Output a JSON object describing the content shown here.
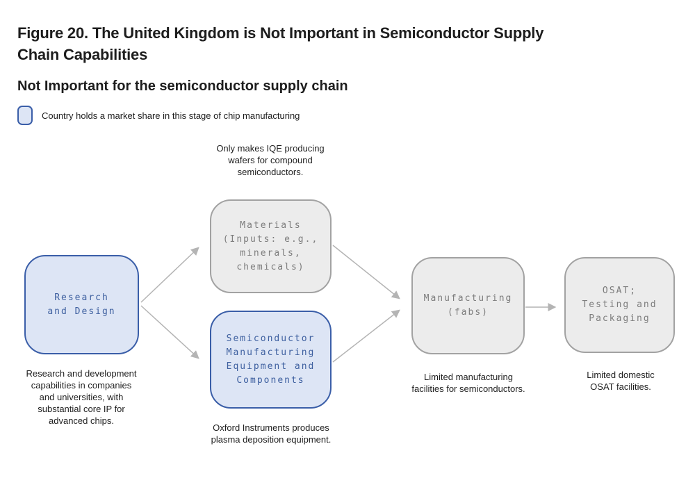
{
  "header": {
    "figure_title": "Figure 20. The United Kingdom is Not Important in Semiconductor Supply\nChain Capabilities",
    "subtitle": "Not Important for the semiconductor supply chain"
  },
  "legend": {
    "label": "Country holds a market share in this stage of chip manufacturing"
  },
  "colors": {
    "highlight_fill": "#dde5f5",
    "highlight_border": "#3a5ea8",
    "highlight_text": "#3d5f9f",
    "stage_fill": "#ececec",
    "stage_border": "#a2a2a2",
    "stage_text": "#7d7d7d",
    "arrow": "#b4b4b4",
    "ink": "#1d1d1d"
  },
  "diagram": {
    "nodes": [
      {
        "id": "research-and-design",
        "label": "Research\nand Design",
        "highlighted": true,
        "note": "Research and development\ncapabilities in companies\nand universities, with\nsubstantial core IP for\nadvanced chips."
      },
      {
        "id": "materials",
        "label": "Materials\n(Inputs: e.g.,\nminerals,\nchemicals)",
        "highlighted": false,
        "note": "Only makes IQE producing\nwafers for compound\nsemiconductors."
      },
      {
        "id": "semiconductor-manufacturing-equipment",
        "label": "Semiconductor\nManufacturing\nEquipment and\nComponents",
        "highlighted": true,
        "note": "Oxford Instruments produces\nplasma deposition equipment."
      },
      {
        "id": "manufacturing-fabs",
        "label": "Manufacturing\n(fabs)",
        "highlighted": false,
        "note": "Limited manufacturing\nfacilities for semiconductors."
      },
      {
        "id": "osat-testing-packaging",
        "label": "OSAT;\nTesting and\nPackaging",
        "highlighted": false,
        "note": "Limited domestic\nOSAT facilities."
      }
    ],
    "edges": [
      {
        "from": "research-and-design",
        "to": "materials"
      },
      {
        "from": "research-and-design",
        "to": "semiconductor-manufacturing-equipment"
      },
      {
        "from": "materials",
        "to": "manufacturing-fabs"
      },
      {
        "from": "semiconductor-manufacturing-equipment",
        "to": "manufacturing-fabs"
      },
      {
        "from": "manufacturing-fabs",
        "to": "osat-testing-packaging"
      }
    ]
  }
}
